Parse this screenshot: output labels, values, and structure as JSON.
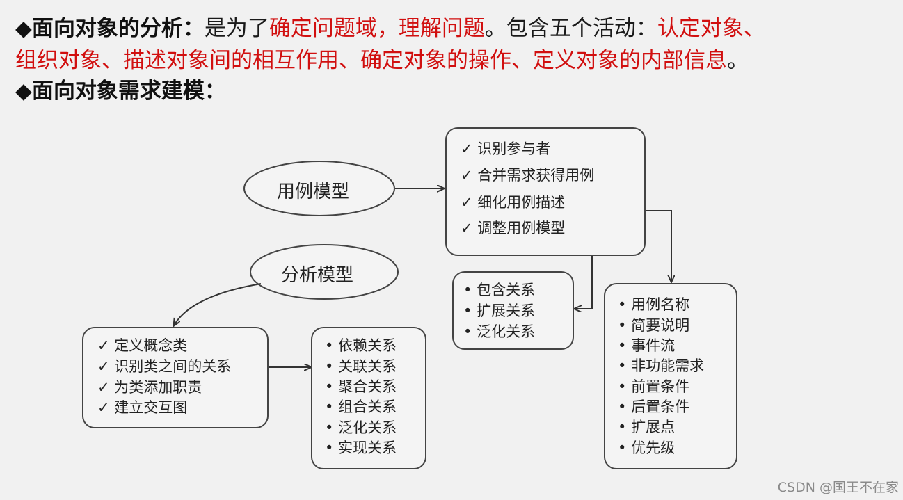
{
  "header": {
    "line1": {
      "bullet": "◆",
      "term": "面向对象的分析：",
      "intro": "是为了",
      "red1": "确定问题域，理解问题",
      "mid": "。包含五个活动：",
      "red2": "认定对象、"
    },
    "line2": {
      "red": "组织对象、描述对象间的相互作用、确定对象的操作、定义对象的内部信息",
      "end": "。"
    },
    "line3": {
      "bullet": "◆",
      "term": "面向对象需求建模："
    }
  },
  "diagram": {
    "use_case_model": "用例模型",
    "analysis_model": "分析模型",
    "use_case_steps": [
      "识别参与者",
      "合并需求获得用例",
      "细化用例描述",
      "调整用例模型"
    ],
    "use_case_relations": [
      "包含关系",
      "扩展关系",
      "泛化关系"
    ],
    "use_case_description": [
      "用例名称",
      "简要说明",
      "事件流",
      "非功能需求",
      "前置条件",
      "后置条件",
      "扩展点",
      "优先级"
    ],
    "analysis_steps": [
      "定义概念类",
      "识别类之间的关系",
      "为类添加职责",
      "建立交互图"
    ],
    "class_relations": [
      "依赖关系",
      "关联关系",
      "聚合关系",
      "组合关系",
      "泛化关系",
      "实现关系"
    ],
    "check_mark": "✓",
    "dot_mark": "•"
  },
  "watermark": "CSDN @国王不在家"
}
